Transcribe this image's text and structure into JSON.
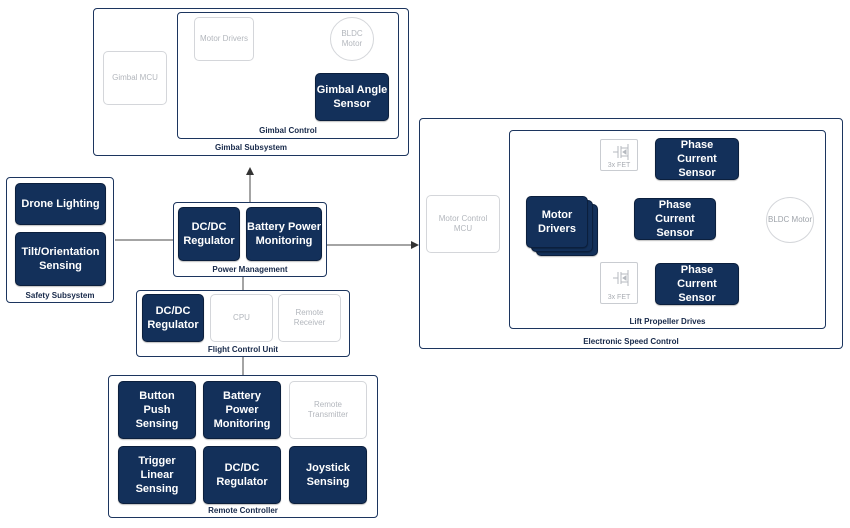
{
  "gimbal_subsystem": {
    "label": "Gimbal Subsystem",
    "gimbal_mcu": "Gimbal MCU",
    "gimbal_control": {
      "label": "Gimbal Control",
      "motor_drivers": "Motor Drivers",
      "bldc_motor": "BLDC Motor",
      "angle_sensor": "Gimbal Angle Sensor"
    }
  },
  "safety_subsystem": {
    "label": "Safety Subsystem",
    "drone_lighting": "Drone Lighting",
    "tilt_sensing": "Tilt/Orientation Sensing"
  },
  "power_management": {
    "label": "Power Management",
    "dcdc": "DC/DC Regulator",
    "battery_monitoring": "Battery Power Monitoring"
  },
  "flight_control_unit": {
    "label": "Flight Control Unit",
    "dcdc": "DC/DC Regulator",
    "cpu": "CPU",
    "remote_receiver": "Remote Receiver"
  },
  "remote_controller": {
    "label": "Remote Controller",
    "button_push": "Button Push Sensing",
    "battery_monitoring": "Battery Power Monitoring",
    "remote_transmitter": "Remote Transmitter",
    "trigger_linear": "Trigger Linear Sensing",
    "dcdc": "DC/DC Regulator",
    "joystick": "Joystick Sensing"
  },
  "esc": {
    "label": "Electronic Speed Control",
    "motor_control_mcu": "Motor Control MCU",
    "lift_drives": {
      "label": "Lift Propeller Drives",
      "motor_drivers": "Motor Drivers",
      "fet_top": "3x FET",
      "fet_bottom": "3x FET",
      "phase_sensor_1": "Phase Current Sensor",
      "phase_sensor_2": "Phase Current Sensor",
      "phase_sensor_3": "Phase Current Sensor",
      "bldc_motor": "BLDC Motor"
    }
  },
  "colors": {
    "block_fill": "#13305a",
    "frame_border": "#1c355e",
    "inactive_text": "#b3b7bd"
  }
}
